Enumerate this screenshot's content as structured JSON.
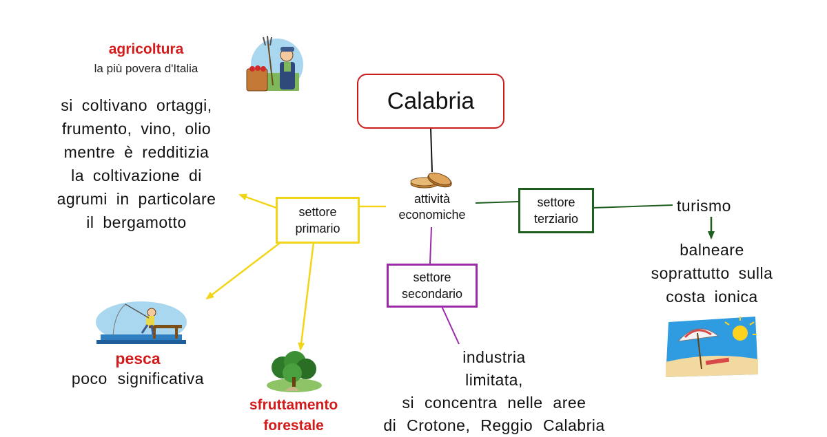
{
  "title": "Calabria",
  "hub": {
    "line1": "attività",
    "line2": "economiche"
  },
  "sectors": {
    "primario": {
      "line1": "settore",
      "line2": "primario"
    },
    "secondario": {
      "line1": "settore",
      "line2": "secondario"
    },
    "terziario": {
      "line1": "settore",
      "line2": "terziario"
    }
  },
  "agricoltura": {
    "heading": "agricoltura",
    "subtitle": "la più povera d'Italia",
    "lines": [
      "si coltivano ortaggi,",
      "frumento, vino, olio",
      "mentre è redditizia",
      "la coltivazione di",
      "agrumi in particolare",
      "il bergamotto"
    ]
  },
  "pesca": {
    "heading": "pesca",
    "text": "poco significativa"
  },
  "sfruttamento": {
    "line1": "sfruttamento",
    "line2": "forestale"
  },
  "industria": {
    "lines": [
      "industria",
      "limitata,",
      "si concentra nelle aree",
      "di Crotone, Reggio Calabria"
    ]
  },
  "turismo": {
    "heading": "turismo",
    "lines": [
      "balneare",
      "soprattutto sulla",
      "costa ionica"
    ]
  },
  "colors": {
    "title_border": "#cc1d1d",
    "primario": "#f2d516",
    "secondario": "#9a2aa8",
    "terziario": "#1d5e1f",
    "heading_red": "#d41b1b"
  },
  "icons": [
    "farmer-icon",
    "coins-icon",
    "fisherman-icon",
    "forest-icon",
    "beach-umbrella-icon"
  ]
}
